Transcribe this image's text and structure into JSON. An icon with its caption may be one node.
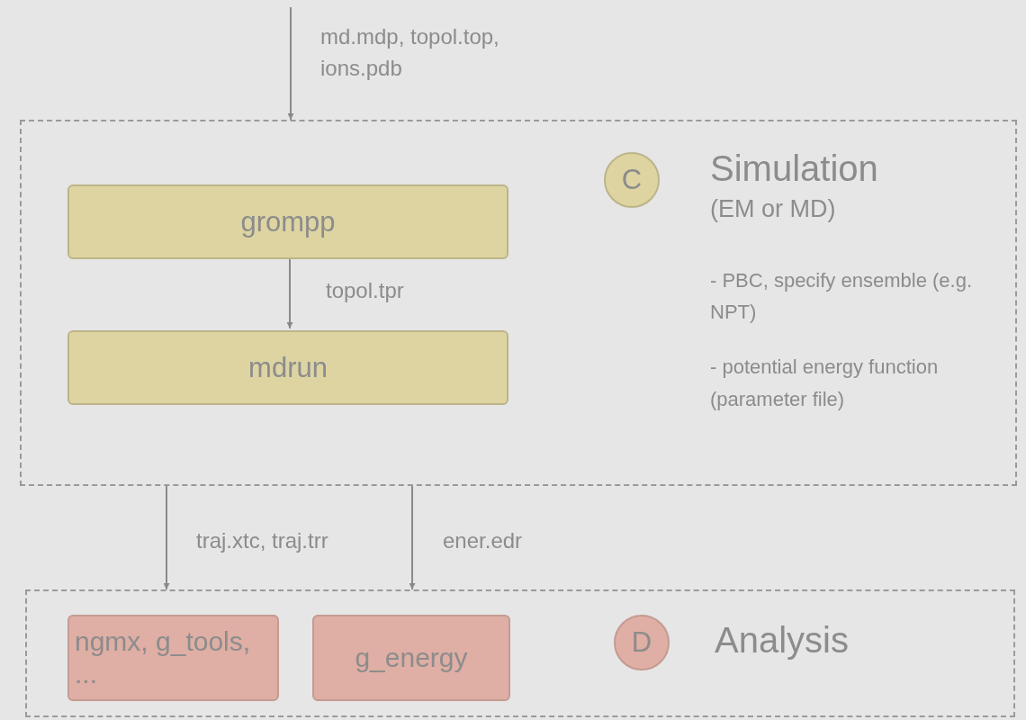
{
  "diagram": {
    "nodes": [
      {
        "text": [
          "Simulation",
          "(EM or MD)",
          "- PBC,  specify ensemble (e.g. NPT)",
          "- potential energy function (parameter file)"
        ]
      },
      {
        "text": [
          "C"
        ],
        "in": 0
      },
      {
        "text": [
          "grompp"
        ],
        "in": 0
      },
      {
        "text": [
          "mdrun"
        ],
        "in": 0
      },
      {
        "text": [
          "Analysis"
        ]
      },
      {
        "text": [
          "D"
        ],
        "in": 4
      },
      {
        "text": [
          "ngmx, g_tools, ..."
        ],
        "in": 4
      },
      {
        "text": [
          "g_energy"
        ],
        "in": 4
      }
    ],
    "edges": [
      {
        "from": null,
        "to": 0,
        "arrow": "to",
        "label": "md.mdp, topol.top, ions.pdb"
      },
      {
        "from": 2,
        "to": 3,
        "arrow": "to",
        "label": "topol.tpr"
      },
      {
        "from": 0,
        "to": 4,
        "arrow": "to",
        "label": "traj.xtc, traj.trr"
      },
      {
        "from": 0,
        "to": 4,
        "arrow": "to",
        "label": "ener.edr"
      }
    ]
  }
}
